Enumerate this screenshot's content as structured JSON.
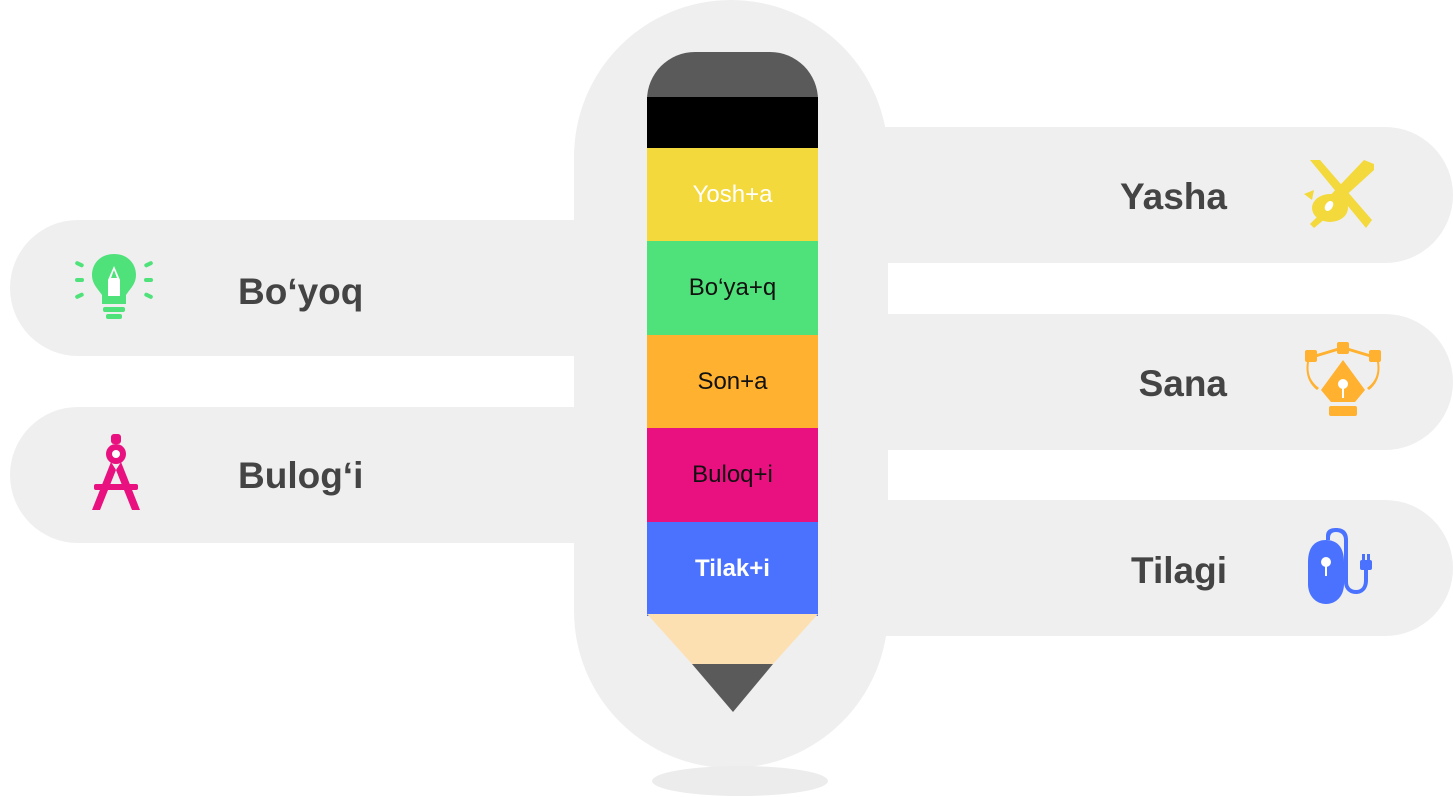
{
  "pencil": {
    "segments": [
      {
        "text": "Yosh+a",
        "color": "#f3d93b"
      },
      {
        "text": "Bo‘ya+q",
        "color": "#4fe27a"
      },
      {
        "text": "Son+a",
        "color": "#ffb12f"
      },
      {
        "text": "Buloq+i",
        "color": "#e9117f"
      },
      {
        "text": "Tilak+i",
        "color": "#4a72ff"
      }
    ]
  },
  "left_items": [
    {
      "label": "Bo‘yoq",
      "icon": "lightbulb-pencil-icon",
      "color": "#4fe27a"
    },
    {
      "label": "Bulog‘i",
      "icon": "drawing-compass-icon",
      "color": "#e9117f"
    }
  ],
  "right_items": [
    {
      "label": "Yasha",
      "icon": "brush-pencil-crossed-icon",
      "color": "#f3d93b"
    },
    {
      "label": "Sana",
      "icon": "vector-pen-tool-icon",
      "color": "#ffb12f"
    },
    {
      "label": "Tilagi",
      "icon": "computer-mouse-icon",
      "color": "#4a72ff"
    }
  ]
}
